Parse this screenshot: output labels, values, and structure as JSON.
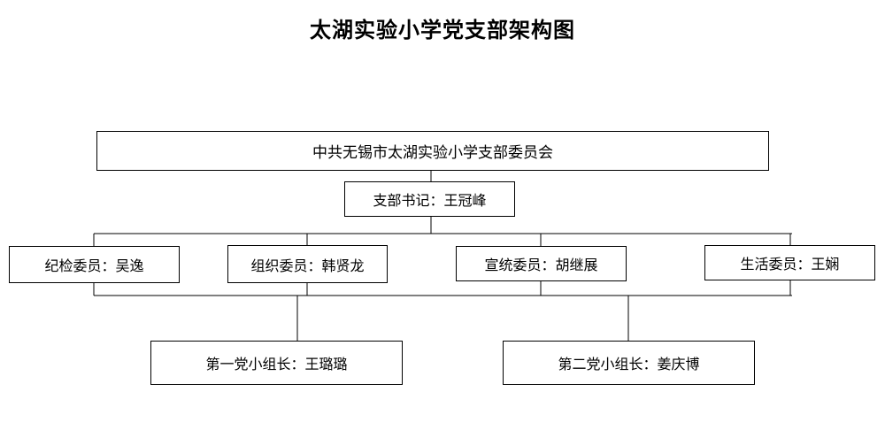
{
  "title": "太湖实验小学党支部架构图",
  "committee": "中共无锡市太湖实验小学支部委员会",
  "secretary": "支部书记：王冠峰",
  "members": {
    "discipline": "纪检委员：吴逸",
    "organization": "组织委员：韩贤龙",
    "propaganda": "宣统委员：胡继展",
    "life": "生活委员：王娴"
  },
  "groups": {
    "first": "第一党小组长：王璐璐",
    "second": "第二党小组长：姜庆博"
  },
  "colors": {
    "line": "#000000",
    "background": "#ffffff"
  }
}
